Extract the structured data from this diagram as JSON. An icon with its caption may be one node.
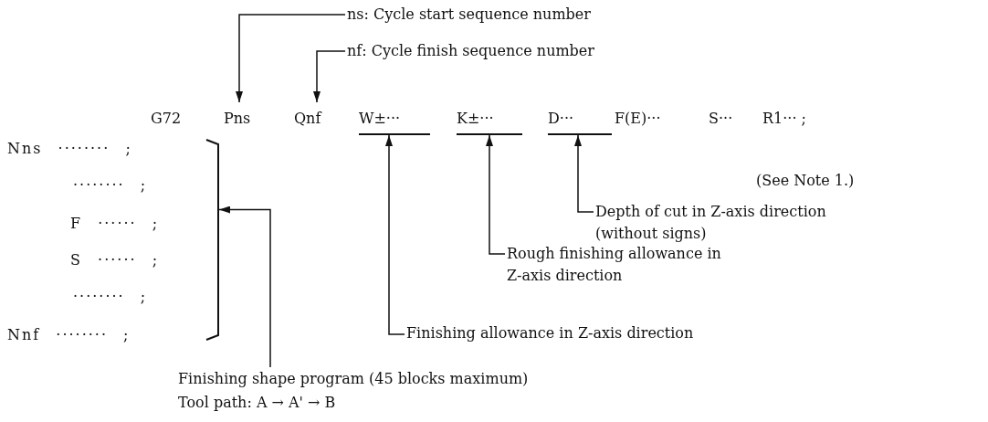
{
  "diagram": {
    "nodes": [
      {
        "text": [
          "ns: Cycle start sequence number"
        ]
      },
      {
        "text": [
          "Pns"
        ]
      },
      {
        "text": [
          "nf: Cycle finish sequence number"
        ]
      },
      {
        "text": [
          "Qnf"
        ]
      },
      {
        "text": [
          "W±···"
        ]
      },
      {
        "text": [
          "K±···"
        ]
      },
      {
        "text": [
          "D···"
        ]
      },
      {
        "text": [
          "Depth of cut in Z-axis direction (without signs)"
        ]
      },
      {
        "text": [
          "Rough finishing allowance in Z-axis direction"
        ]
      },
      {
        "text": [
          "Finishing allowance in Z-axis direction"
        ]
      },
      {
        "text": [
          "Nns ········ ;",
          "········ ;",
          "F ······ ;",
          "S ······ ;",
          "········ ;",
          "Nnf ········ ;"
        ]
      },
      {
        "text": [
          "Finishing shape program (45 blocks maximum)",
          "Tool path: A → A' → B"
        ]
      }
    ],
    "edges": [
      {
        "from": 0,
        "to": 1,
        "arrow": "to"
      },
      {
        "from": 2,
        "to": 3,
        "arrow": "to"
      },
      {
        "from": 7,
        "to": 6,
        "arrow": "to"
      },
      {
        "from": 8,
        "to": 5,
        "arrow": "to"
      },
      {
        "from": 9,
        "to": 4,
        "arrow": "to"
      },
      {
        "from": 11,
        "to": 10,
        "arrow": "to"
      }
    ],
    "labels": [
      "G72",
      "F(E)···",
      "S···",
      "R1··· ;",
      "(See Note 1.)"
    ]
  }
}
